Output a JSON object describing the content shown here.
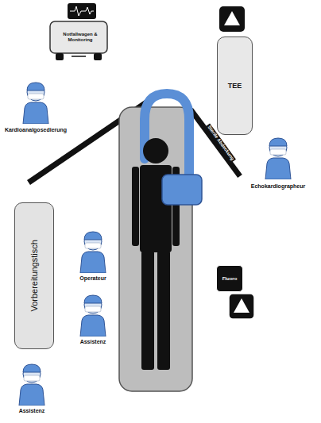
{
  "diagram": {
    "nodes": [
      {
        "text": [
          "Notfallwagen & Monitoring"
        ]
      },
      {
        "text": [
          "Vorbereitungstisch"
        ]
      },
      {
        "text": [
          "TEE"
        ]
      },
      {
        "text": [
          "Fluoro"
        ]
      }
    ],
    "labels": [
      "Kardioanalgosedierung",
      "Sterile Abdeckung",
      "Echokardiographeur",
      "Operateur",
      "Assistenz",
      "Assistenz"
    ]
  }
}
